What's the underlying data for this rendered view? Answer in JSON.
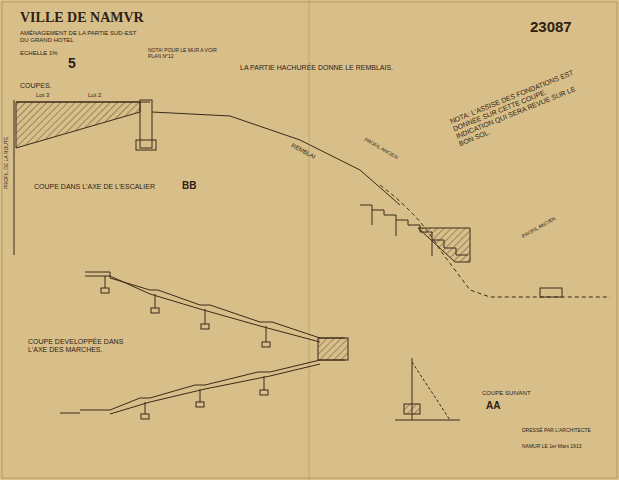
{
  "diagram": {
    "title": "VILLE DE NAMVR",
    "labels": [
      "AMÉNAGEMENT DE LA PARTIE SUD-EST DU GRAND HOTEL",
      "ECHELLE 1%",
      "5",
      "23087",
      "COUPES.",
      "LA PARTIE HACHURÉE DONNE LE REMBLAIS.",
      "NOTA: L'ASSISE DES FONDATIONS EST DONNÉE SUR CETTE COUPE. INDICATION QUI SERA REVUE SUR LE BON SOL.",
      "NOTA! POUR LE MUR A VOIR PLAN N°12",
      "Lot 3",
      "Lot 2",
      "REMBLAI",
      "PROFIL ANCIEN",
      "PROFIL ANCIEN",
      "COUPE DANS L'AXE DE L'ESCALIER",
      "BB",
      "COUPE DEVELOPPÉE DANS L'AXE DES MARCHES.",
      "COUPE SUIVANT",
      "AA",
      "DRESSÉ PAR L'ARCHITECTE",
      "NAMUR LE 1er Mars 1913",
      "PROFIL DE LA ROUTE"
    ]
  }
}
